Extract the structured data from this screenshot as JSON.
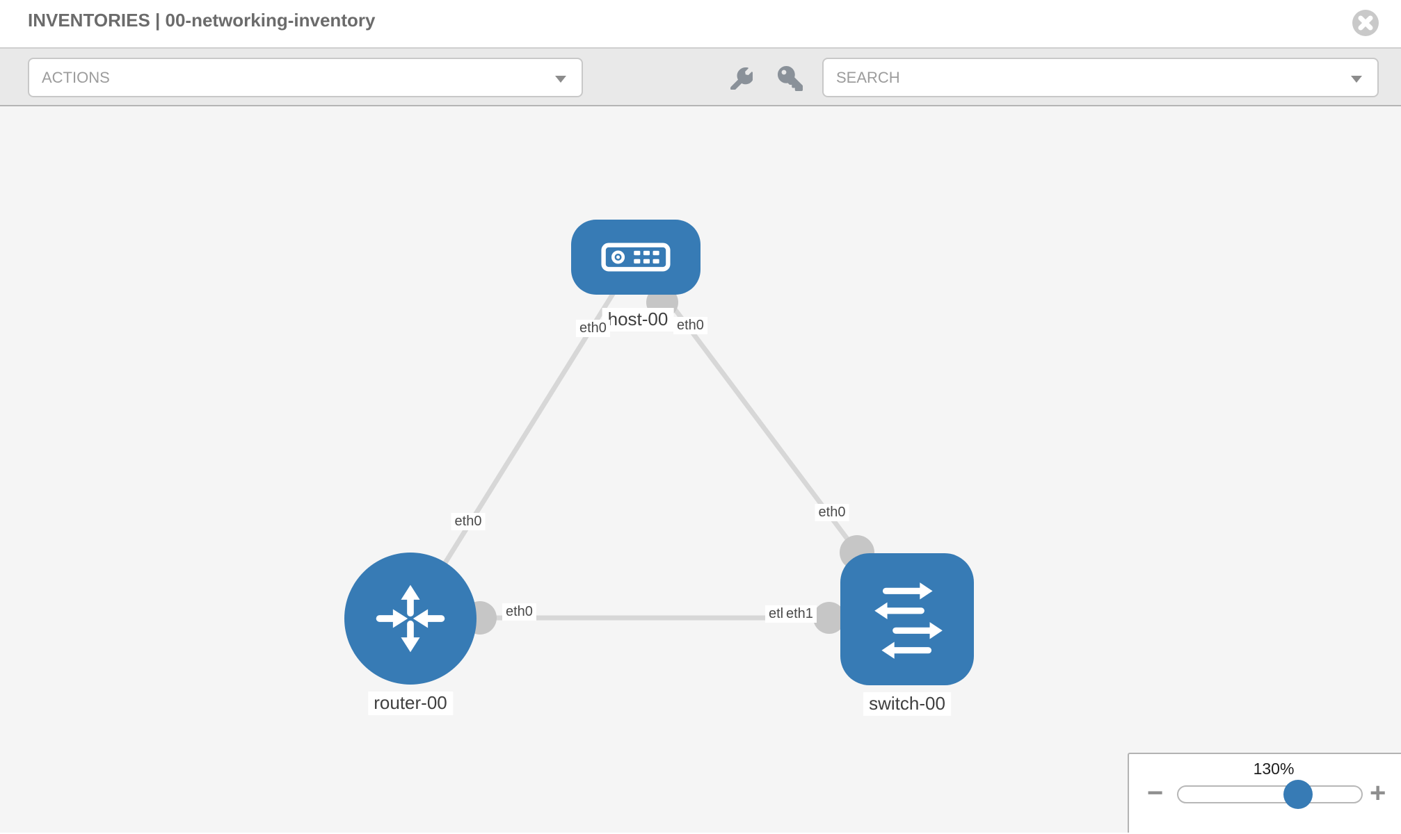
{
  "header": {
    "title": "INVENTORIES | 00-networking-inventory"
  },
  "toolbar": {
    "actions_label": "ACTIONS",
    "search_label": "SEARCH"
  },
  "topology": {
    "nodes": [
      {
        "name": "host-00",
        "type": "host"
      },
      {
        "name": "router-00",
        "type": "router"
      },
      {
        "name": "switch-00",
        "type": "switch"
      }
    ],
    "links": [
      {
        "from": "router-00",
        "from_interface": "eth0",
        "to": "host-00",
        "to_interface": "eth0"
      },
      {
        "from": "host-00",
        "from_interface": "eth0",
        "to": "switch-00",
        "to_interface": "eth0"
      },
      {
        "from": "router-00",
        "from_interface": "eth0",
        "to": "switch-00",
        "to_interface": "eth1"
      }
    ],
    "labels": {
      "host": "host-00",
      "router": "router-00",
      "switch": "switch-00",
      "host_if_left": "eth0",
      "host_if_right": "eth0",
      "rh_link_if": "eth0",
      "hs_link_if": "eth0",
      "rs_link_if_router": "eth0",
      "rs_link_if_switch_back": "eth0",
      "rs_link_if_switch_front": "eth1"
    }
  },
  "zoom_control": {
    "level": "130%",
    "minus_glyph": "−",
    "plus_glyph": "+"
  },
  "colors": {
    "node_blue": "#377bb5",
    "link_gray": "#d7d7d7",
    "endpoint_gray": "#c6c6c6",
    "toolbar_gray": "#e9e9e9",
    "canvas_gray": "#f5f5f5"
  }
}
